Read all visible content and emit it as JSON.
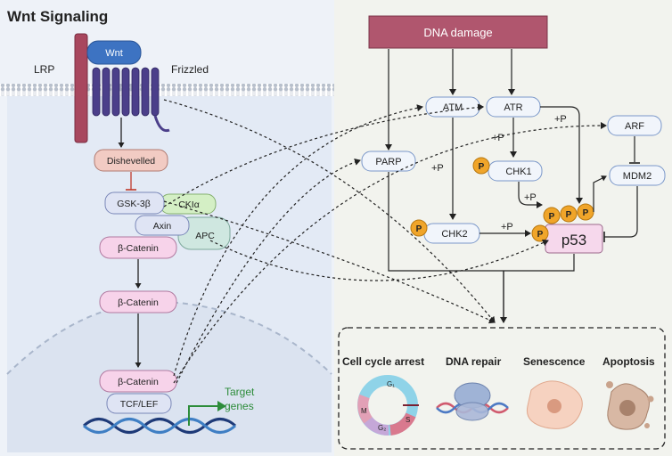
{
  "left_panel": {
    "title": "Wnt Signaling",
    "labels": {
      "lrp": "LRP",
      "wnt": "Wnt",
      "frizzled": "Frizzled",
      "dishevelled": "Dishevelled",
      "gsk3b": "GSK-3β",
      "ck1a": "CKIα",
      "axin": "Axin",
      "apc": "APC",
      "bcatenin_1": "β-Catenin",
      "bcatenin_2": "β-Catenin",
      "bcatenin_3": "β-Catenin",
      "tcf_lef": "TCF/LEF",
      "target_genes_line1": "Target",
      "target_genes_line2": "genes"
    }
  },
  "right_panel": {
    "labels": {
      "dna_damage": "DNA damage",
      "atm": "ATM",
      "atr": "ATR",
      "arf": "ARF",
      "parp": "PARP",
      "chk1": "CHK1",
      "mdm2": "MDM2",
      "chk2": "CHK2",
      "p53": "p53",
      "phospho": "P",
      "plus_p_1": "+P",
      "plus_p_2": "+P",
      "plus_p_3": "+P",
      "plus_p_4": "+P",
      "plus_p_5": "+P"
    },
    "outcomes": {
      "cell_cycle_arrest": "Cell cycle arrest",
      "dna_repair": "DNA repair",
      "senescence": "Senescence",
      "apoptosis": "Apoptosis",
      "g1": "G₁",
      "s": "S",
      "g2": "G₂",
      "m": "M"
    }
  },
  "colors": {
    "left_bg": "#eef2f8",
    "cytoplasm": "#e3eaf5",
    "right_bg": "#f2f3ee",
    "dna_damage_fill": "#b0566e",
    "node_fill": "#f1f5fb",
    "node_stroke": "#7a97c9",
    "phospho": "#f0a52a",
    "p53_fill": "#f6d8ec",
    "lrp": "#a8475e",
    "frizzled": "#4b3f8a",
    "wnt": "#3d73c2",
    "dishevelled": "#f2cbc3",
    "ck1a": "#d4efc5",
    "apc": "#cfe7e0",
    "bcatenin": "#f7d3ea",
    "target_green": "#2d8c3a"
  }
}
